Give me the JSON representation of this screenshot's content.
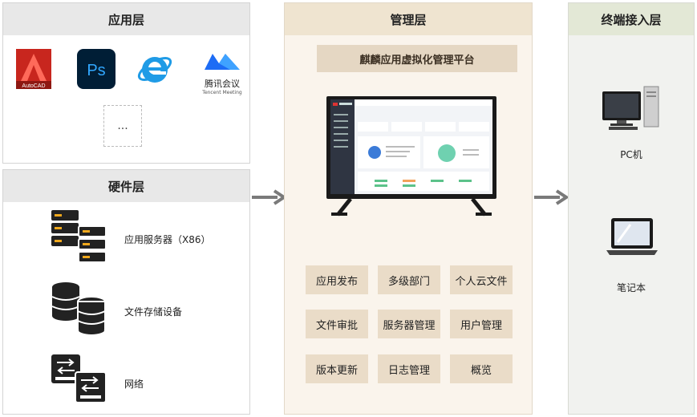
{
  "layers": {
    "application": {
      "title": "应用层",
      "apps": [
        {
          "name": "AutoCAD",
          "icon": "autocad-icon"
        },
        {
          "name": "Ps",
          "icon": "photoshop-icon"
        },
        {
          "name": "",
          "icon": "internet-explorer-icon"
        },
        {
          "name": "腾讯会议",
          "subtitle": "Tencent Meeting",
          "icon": "tencent-meeting-icon"
        }
      ],
      "more_label": "..."
    },
    "hardware": {
      "title": "硬件层",
      "items": [
        {
          "label": "应用服务器（X86）",
          "icon": "server-icon"
        },
        {
          "label": "文件存储设备",
          "icon": "database-icon"
        },
        {
          "label": "网络",
          "icon": "network-switch-icon"
        }
      ]
    },
    "management": {
      "title": "管理层",
      "platform_title": "麒麟应用虚拟化管理平台",
      "functions": [
        "应用发布",
        "多级部门",
        "个人云文件",
        "文件审批",
        "服务器管理",
        "用户管理",
        "版本更新",
        "日志管理",
        "概览"
      ]
    },
    "terminal": {
      "title": "终端接入层",
      "devices": [
        {
          "label": "PC机",
          "icon": "desktop-pc-icon"
        },
        {
          "label": "笔记本",
          "icon": "laptop-icon"
        }
      ]
    }
  },
  "colors": {
    "gray_header": "#e8e8e8",
    "mgmt_bg": "#faf4ec",
    "mgmt_button": "#eadcc8",
    "terminal_header": "#e3e8d6",
    "arrow": "#7a7a7a"
  }
}
